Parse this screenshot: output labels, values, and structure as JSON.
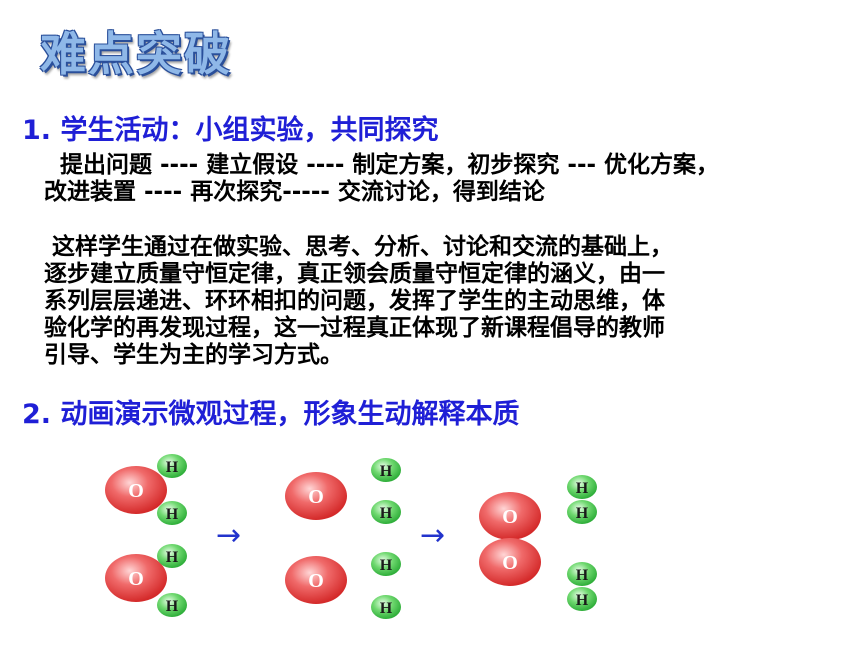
{
  "title": "难点突破",
  "section1": {
    "heading": "1. 学生活动：小组实验，共同探究",
    "line1": "提出问题 ---- 建立假设 ---- 制定方案，初步探究 --- 优化方案，",
    "line2": "改进装置 ---- 再次探究----- 交流讨论，得到结论"
  },
  "paragraph": [
    "这样学生通过在做实验、思考、分析、讨论和交流的基础上，",
    "逐步建立质量守恒定律，真正领会质量守恒定律的涵义，由一",
    "系列层层递进、环环相扣的问题，发挥了学生的主动思维，体",
    "验化学的再发现过程，这一过程真正体现了新课程倡导的教师",
    "引导、学生为主的学习方式。"
  ],
  "section2": {
    "heading": "2. 动画演示微观过程，形象生动解释本质"
  },
  "diagram": {
    "o_label": "O",
    "h_label": "H",
    "arrow": "→"
  }
}
